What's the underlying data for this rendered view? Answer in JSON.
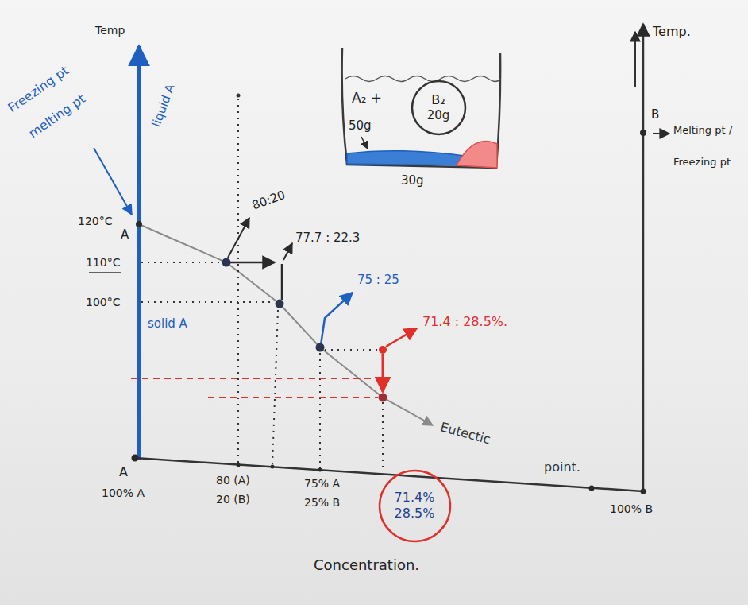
{
  "diagram": {
    "nodes": [
      {
        "text": [
          "A₂ +",
          "50g"
        ]
      },
      {
        "text": [
          "B₂",
          "20g"
        ],
        "in": 0
      },
      {
        "text": [
          "71.4%",
          "28.5%"
        ]
      }
    ],
    "labels": [
      "Temp",
      "Freezing pt",
      "melting pt",
      "liquid A",
      "120°C",
      "A",
      "110°C",
      "100°C",
      "solid A",
      "80:20",
      "77.7 : 22.3",
      "75 : 25",
      "71.4 : 28.5%.",
      "Eutectic",
      "point.",
      "A",
      "100% A",
      "80 (A)",
      "20 (B)",
      "75% A",
      "25% B",
      "Concentration.",
      "100% B",
      "Temp.",
      "B",
      "Melting pt /",
      "Freezing pt",
      "30g"
    ]
  }
}
